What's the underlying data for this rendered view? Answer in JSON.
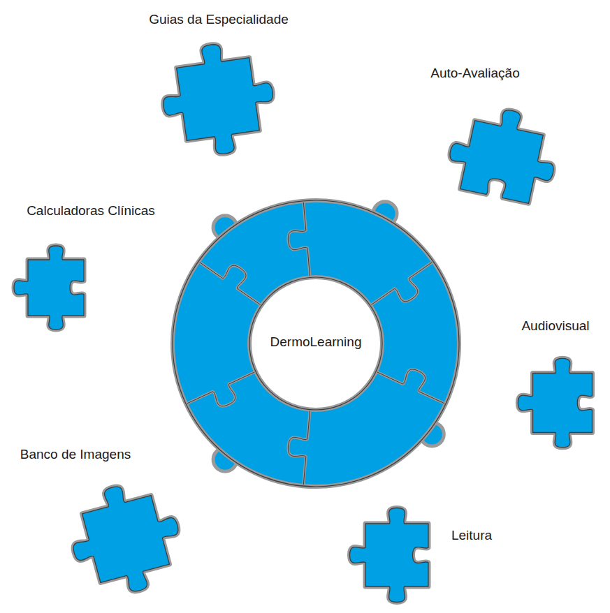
{
  "diagram": {
    "nodes": [
      {
        "text": [
          "Guias da Especialidade"
        ]
      },
      {
        "text": [
          "Auto-Avaliação"
        ]
      },
      {
        "text": [
          "Calculadoras Clínicas"
        ]
      },
      {
        "text": [
          "DermoLearning"
        ]
      },
      {
        "text": [
          "Audiovisual"
        ]
      },
      {
        "text": [
          "Banco de Imagens"
        ]
      },
      {
        "text": [
          "Leitura"
        ]
      }
    ]
  }
}
